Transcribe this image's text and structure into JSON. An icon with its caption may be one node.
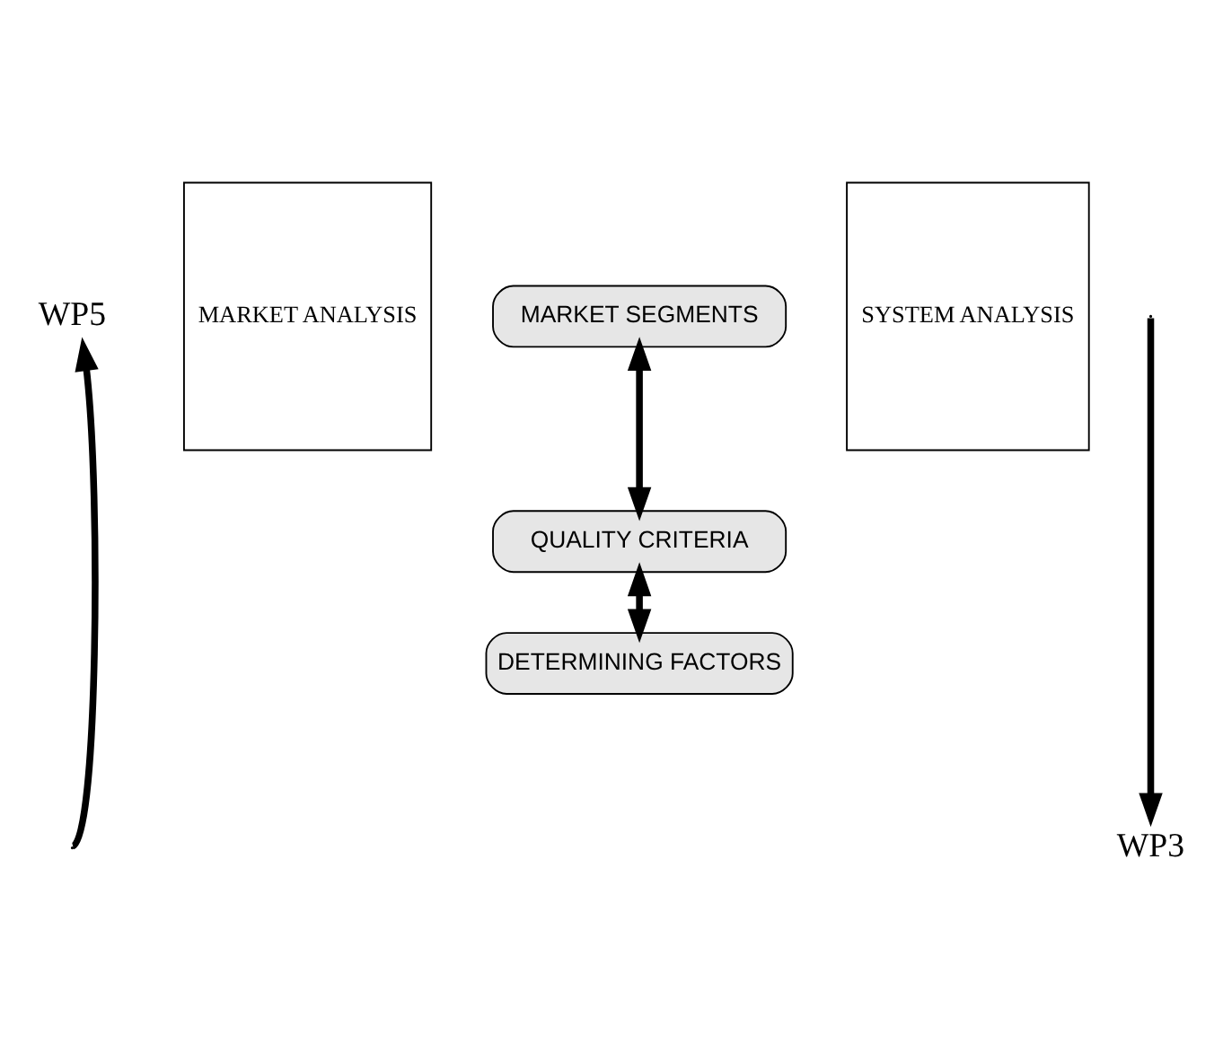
{
  "diagram": {
    "nodes": [
      {
        "text": [
          "WP5"
        ]
      },
      {
        "text": [
          "MARKET ANALYSIS"
        ]
      },
      {
        "text": [
          "MARKET SEGMENTS"
        ]
      },
      {
        "text": [
          "SYSTEM ANALYSIS"
        ]
      },
      {
        "text": [
          "QUALITY CRITERIA"
        ]
      },
      {
        "text": [
          "DETERMINING FACTORS"
        ]
      },
      {
        "text": [
          "WP3"
        ]
      }
    ],
    "edges": [
      {
        "from": null,
        "to": 0,
        "arrow": "to"
      },
      {
        "from": 2,
        "to": 4,
        "arrow": "both"
      },
      {
        "from": 4,
        "to": 5,
        "arrow": "both"
      },
      {
        "from": null,
        "to": 6,
        "arrow": "to"
      }
    ]
  }
}
